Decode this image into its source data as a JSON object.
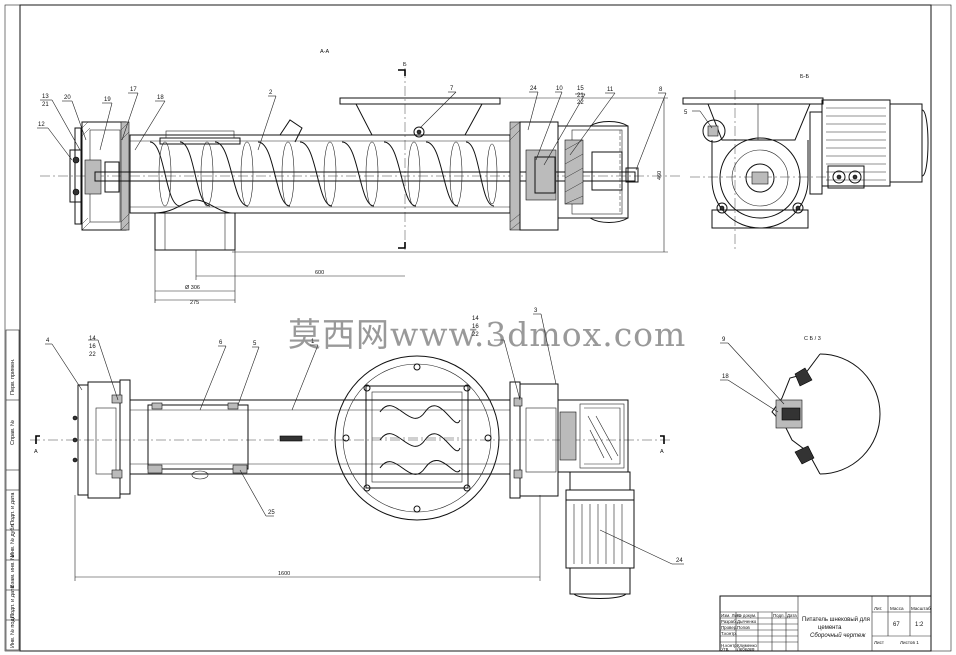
{
  "section_labels": {
    "top_view": "A-A",
    "side_view": "Б-Б",
    "detail_view": "С Б / 3",
    "cut_a": "А",
    "cut_b": "Б"
  },
  "callouts_top": [
    "13",
    "21",
    "20",
    "19",
    "17",
    "18",
    "12",
    "2",
    "7",
    "24",
    "10",
    "15",
    "21",
    "22",
    "11",
    "8"
  ],
  "callouts_side": [
    "5"
  ],
  "callouts_bottom": [
    "4",
    "14",
    "16",
    "22",
    "6",
    "5",
    "1",
    "14",
    "16",
    "22",
    "3",
    "25",
    "24"
  ],
  "callouts_detail": [
    "9",
    "18"
  ],
  "dimensions": {
    "outlet_dia": "Ø 306",
    "outlet_width": "275",
    "inlet_offset": "600",
    "overall_length": "1600",
    "height": "460"
  },
  "title_block": {
    "title_line1": "Питатель шнековый для",
    "title_line2": "цемента",
    "title_line3": "Сборочный чертеж",
    "col_lit": "Лит.",
    "col_mass": "Масса",
    "col_scale": "Масштаб",
    "mass_value": "67",
    "scale_value": "1:2",
    "sheet_label": "Лист",
    "sheets_label": "Листов 1",
    "rows": [
      "Изм. Лист",
      "Разраб.",
      "Провер.",
      "Т.контр.",
      "",
      "Н.контр.",
      "Утв."
    ],
    "names": [
      "№ докум.",
      "Дьяченко",
      "Попов",
      "",
      "",
      "Клименко",
      "Лебедев"
    ],
    "sign_col": "Подп.",
    "date_col": "Дата"
  },
  "side_stamp": [
    "Перв. примен.",
    "Справ. №",
    "Подп. и дата",
    "Инв. № дубл.",
    "Взам. инв. №",
    "Подп. и дата",
    "Инв. № подл."
  ],
  "watermark": "莫西网www.3dmox.com"
}
